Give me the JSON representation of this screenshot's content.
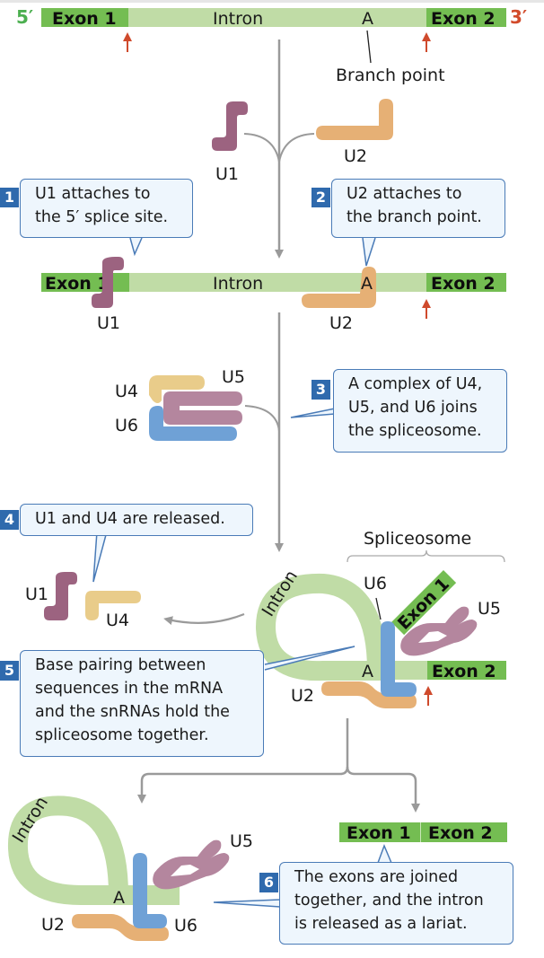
{
  "colors": {
    "exon": "#74bd52",
    "intron": "#c0dca6",
    "u1": "#9c6380",
    "u2": "#e6b075",
    "u4": "#e9cc8a",
    "u5": "#b4869e",
    "u6": "#6fa1d6",
    "arrow_red": "#cf4a2c",
    "connector_gray": "#9a9a9a",
    "callout_border": "#4a7bb7",
    "callout_bg": "#eef6fd",
    "step_badge": "#2f6aad",
    "five_prime": "#4caf50",
    "three_prime": "#d24b2b"
  },
  "pre_mrna": {
    "five_prime": "5′",
    "three_prime": "3′",
    "exon1": "Exon 1",
    "intron": "Intron",
    "branch_nt": "A",
    "exon2": "Exon 2",
    "branch_label": "Branch point"
  },
  "snrnas": {
    "u1": "U1",
    "u2": "U2",
    "u4": "U4",
    "u5": "U5",
    "u6": "U6"
  },
  "stage2": {
    "exon1": "Exon 1",
    "intron": "Intron",
    "branch_nt": "A",
    "exon2": "Exon 2"
  },
  "spliceosome": {
    "label": "Spliceosome",
    "intron": "Intron",
    "exon1": "Exon 1",
    "exon2": "Exon 2",
    "branch_nt": "A"
  },
  "lariat": {
    "intron": "Intron",
    "branch_nt": "A"
  },
  "product": {
    "exon1": "Exon 1",
    "exon2": "Exon 2"
  },
  "steps": [
    {
      "number": "1",
      "text": "U1 attaches to\nthe 5′ splice site."
    },
    {
      "number": "2",
      "text": "U2 attaches to\nthe branch point."
    },
    {
      "number": "3",
      "text": "A complex of U4,\nU5, and U6 joins\nthe spliceosome."
    },
    {
      "number": "4",
      "text": "U1 and U4 are released."
    },
    {
      "number": "5",
      "text": "Base pairing between\nsequences in the mRNA\nand the snRNAs hold the\nspliceosome together."
    },
    {
      "number": "6",
      "text": "The exons are joined\ntogether, and the intron\nis released as a lariat."
    }
  ]
}
